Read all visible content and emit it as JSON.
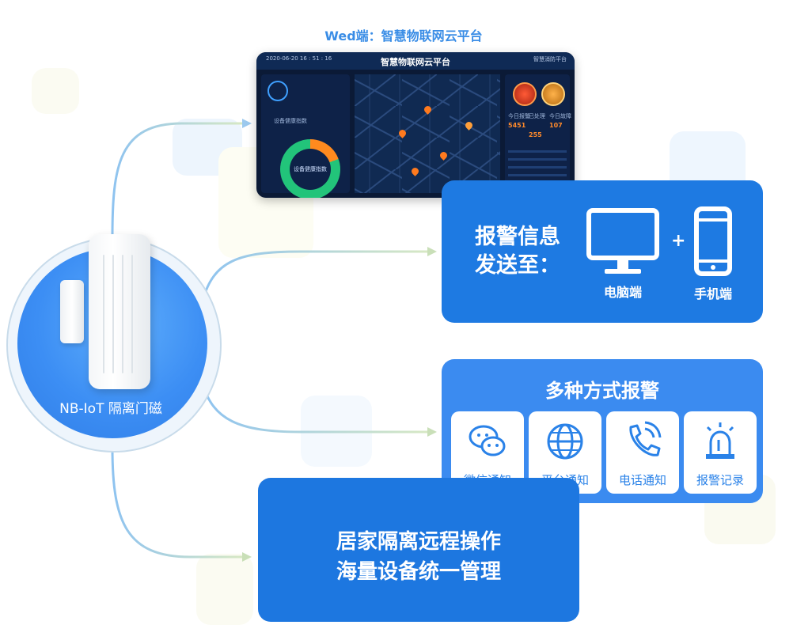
{
  "device": {
    "label": "NB-IoT 隔离门磁"
  },
  "web_platform": {
    "title": "Wed端：智慧物联网云平台",
    "dashboard": {
      "title": "智慧物联网云平台",
      "time": "2020-06-20 16 : 51 : 16",
      "right_link": "智慧消防平台",
      "left_section": "设备健康指数",
      "donut_label": "设备健康指数",
      "stat_1_label": "今日报警",
      "stat_1_value": "5451",
      "stat_2_label": "已处理",
      "stat_2_value": "255",
      "stat_3_label": "今日故障",
      "stat_3_value": "107"
    }
  },
  "alert_panel": {
    "title_line1": "报警信息",
    "title_line2": "发送至：",
    "computer_label": "电脑端",
    "plus": "+",
    "phone_label": "手机端"
  },
  "methods_panel": {
    "title": "多种方式报警",
    "items": [
      {
        "label": "微信通知",
        "icon": "wechat-icon"
      },
      {
        "label": "平台通知",
        "icon": "globe-icon"
      },
      {
        "label": "电话通知",
        "icon": "phone-call-icon"
      },
      {
        "label": "报警记录",
        "icon": "alarm-light-icon"
      }
    ]
  },
  "remote_panel": {
    "line1": "居家隔离远程操作",
    "line2": "海量设备统一管理"
  },
  "colors": {
    "primary_blue": "#1e7ae2",
    "light_blue_panel": "#3b8bf0",
    "accent_text_blue": "#3a8de6",
    "dashboard_bg": "#0b1a36"
  }
}
